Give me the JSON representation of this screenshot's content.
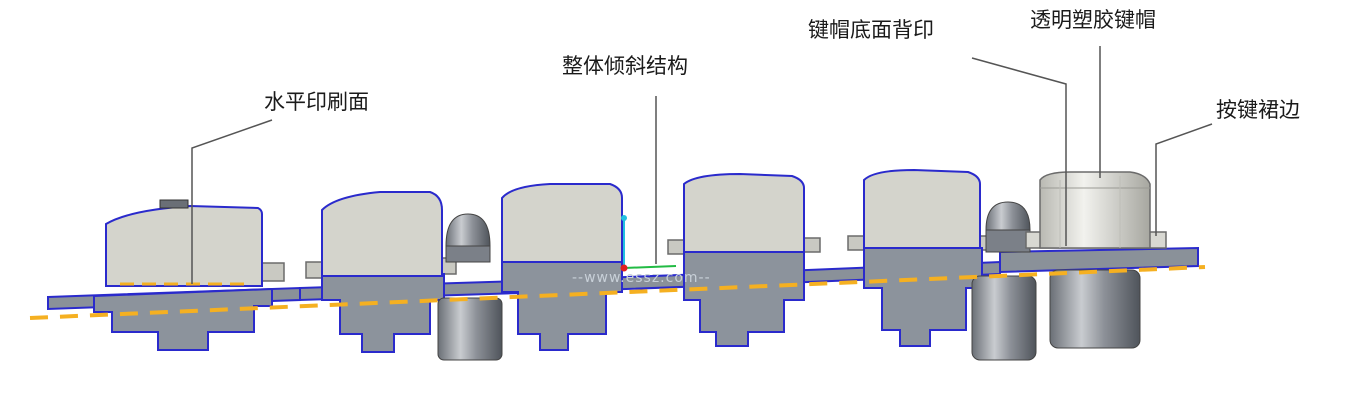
{
  "labels": {
    "horizontal_print": "水平印刷面",
    "tilt_structure": "整体倾斜结构",
    "cap_underside_print": "键帽底面背印",
    "transparent_cap": "透明塑胶键帽",
    "key_skirt": "按键裙边"
  },
  "watermark": "--www.essz.com--",
  "colors": {
    "outline": "#2a2acc",
    "cap_fill": "#d4d4cc",
    "body_fill": "#8c939c",
    "plate_fill": "#8a9199",
    "tilt_line": "#f5b021",
    "leader": "#555555"
  }
}
